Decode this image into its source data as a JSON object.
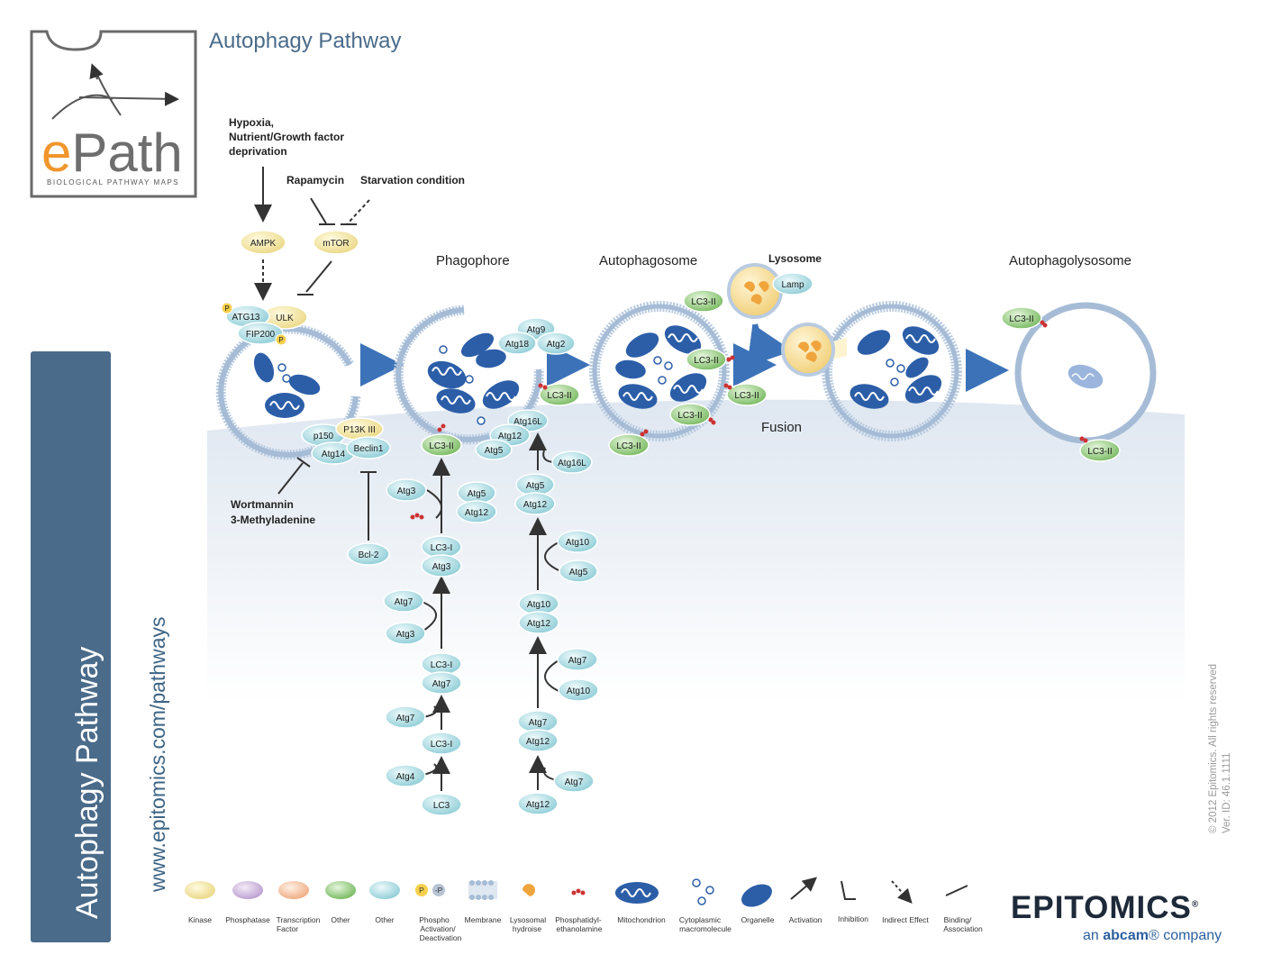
{
  "header": {
    "title": "Autophagy Pathway",
    "logo_text": "ePath",
    "logo_sub": "BIOLOGICAL PATHWAY MAPS"
  },
  "sidebar": {
    "title": "Autophagy Pathway",
    "url": "www.epitomics.com/pathways"
  },
  "stimuli": {
    "hypoxia_1": "Hypoxia,",
    "hypoxia_2": "Nutrient/Growth factor",
    "hypoxia_3": "deprivation",
    "rapamycin": "Rapamycin",
    "starvation": "Starvation condition",
    "wortmannin_1": "Wortmannin",
    "wortmannin_2": "3-Methyladenine"
  },
  "stages": {
    "phagophore": "Phagophore",
    "autophagosome": "Autophagosome",
    "lysosome": "Lysosome",
    "autophagolysosome": "Autophagolysosome",
    "fusion": "Fusion"
  },
  "proteins": {
    "ampk": "AMPK",
    "mtor": "mTOR",
    "atg13": "ATG13",
    "ulk": "ULK",
    "fip200": "FIP200",
    "p": "P",
    "p150": "p150",
    "pi3k": "P13K III",
    "atg14": "Atg14",
    "beclin1": "Beclin1",
    "bcl2": "Bcl-2",
    "atg9": "Atg9",
    "atg18": "Atg18",
    "atg2": "Atg2",
    "lc3ii": "LC3-II",
    "lc3i": "LC3-I",
    "lc3": "LC3",
    "atg16l": "Atg16L",
    "atg12": "Atg12",
    "atg5": "Atg5",
    "atg3": "Atg3",
    "atg7": "Atg7",
    "atg4": "Atg4",
    "atg10": "Atg10",
    "lamp": "Lamp"
  },
  "legend": {
    "kinase": "Kinase",
    "phosphatase": "Phosphatase",
    "tf_1": "Transcription",
    "tf_2": "Factor",
    "other": "Other",
    "phospho_1": "Phospho",
    "phospho_2": "Activation/",
    "phospho_3": "Deactivation",
    "membrane": "Membrane",
    "hydro_1": "Lysosomal",
    "hydro_2": "hydroise",
    "pe_1": "Phosphatidyl-",
    "pe_2": "ethanolamine",
    "mito": "Mitochondrion",
    "cyto_1": "Cytoplasmic",
    "cyto_2": "macromolecule",
    "organelle": "Organelle",
    "activation": "Activation",
    "inhibition": "Inhibition",
    "indirect": "Indirect Effect",
    "binding_1": "Binding/",
    "binding_2": "Association",
    "p_letter": "P",
    "p_minus": "-P"
  },
  "footer": {
    "copyright": "© 2012 Epitomics. All rights reserved",
    "version": "Ver. ID: 46.1.1111",
    "company": "EPITOMICS",
    "company_sup": "®",
    "tagline_a": "an ",
    "tagline_b": "abcam",
    "tagline_c": "® company"
  },
  "colors": {
    "accent": "#4a6b8a",
    "kinase": "#f4e59c",
    "other_green": "#8ec97a",
    "other_teal": "#a9dbe2",
    "arrow_blue": "#3c72b8",
    "organelle": "#2c5ea8"
  }
}
